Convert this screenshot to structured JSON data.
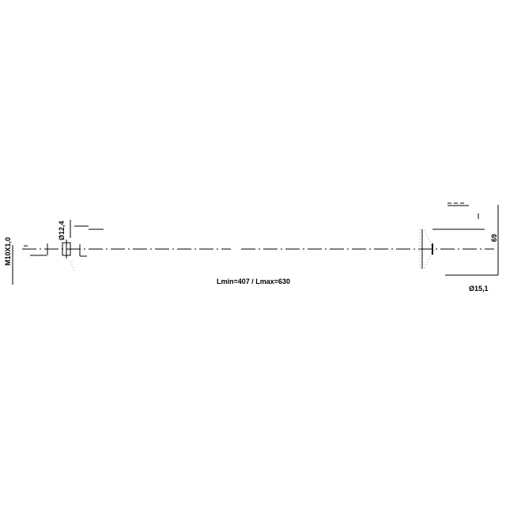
{
  "drawing": {
    "thread_label": "M10X1,0",
    "left_diameter_label": "Ø12,4",
    "height_label": "69",
    "right_diameter_label": "Ø15,1",
    "length_label": "Lmin=407 / Lmax=630"
  }
}
